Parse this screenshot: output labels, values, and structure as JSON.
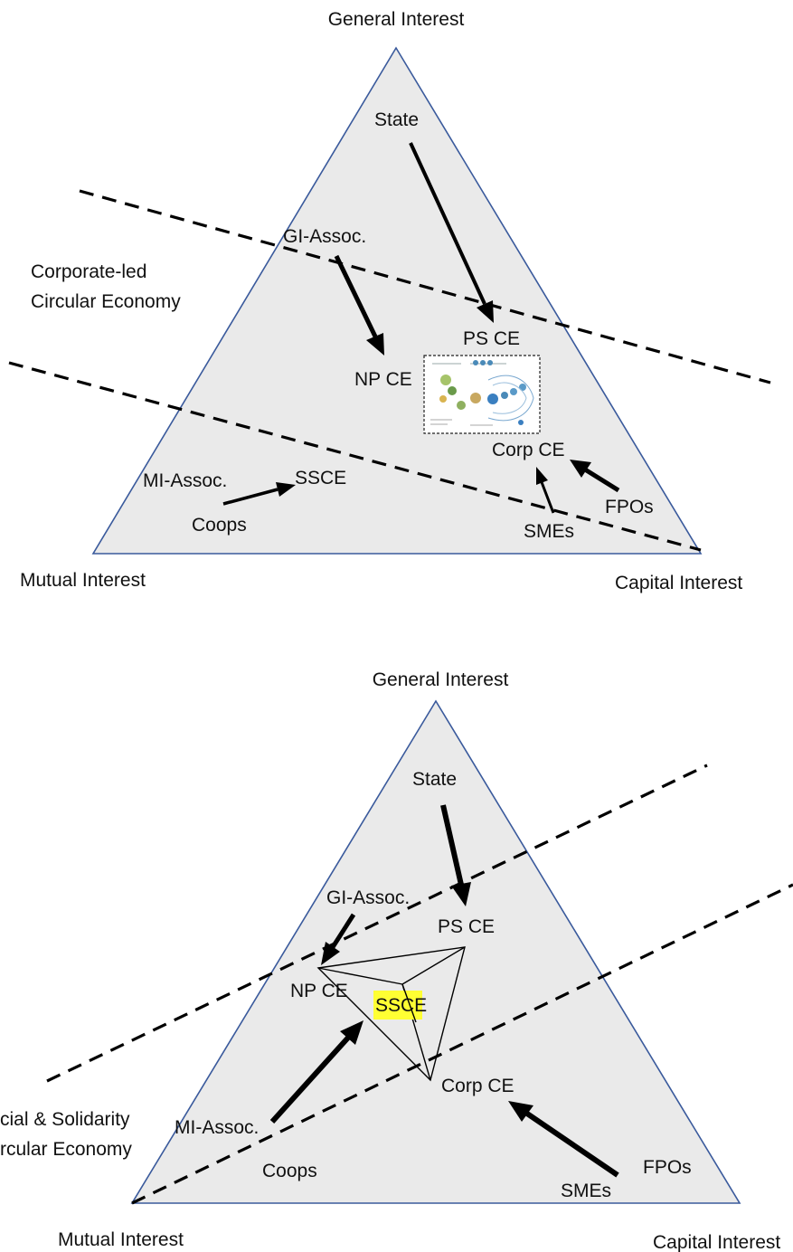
{
  "top": {
    "vertex_top": "General Interest",
    "vertex_left": "Mutual Interest",
    "vertex_right": "Capital Interest",
    "region_label": [
      "Corporate-led",
      "Circular Economy"
    ],
    "actors": {
      "state": "State",
      "gi_assoc": "GI-Assoc.",
      "mi_assoc": "MI-Assoc.",
      "coops": "Coops",
      "smes": "SMEs",
      "fpos": "FPOs"
    },
    "targets": {
      "ps_ce": "PS CE",
      "np_ce": "NP CE",
      "corp_ce": "Corp CE",
      "ssce": "SSCE"
    }
  },
  "bottom": {
    "vertex_top": "General Interest",
    "vertex_left": "Mutual Interest",
    "vertex_right": "Capital Interest",
    "region_label": [
      "cial & Solidarity",
      "rcular Economy"
    ],
    "actors": {
      "state": "State",
      "gi_assoc": "GI-Assoc.",
      "mi_assoc": "MI-Assoc.",
      "coops": "Coops",
      "smes": "SMEs",
      "fpos": "FPOs"
    },
    "targets": {
      "ps_ce": "PS CE",
      "np_ce": "NP CE",
      "corp_ce": "Corp CE",
      "ssce": "SSCE"
    },
    "highlight_color": "#ffff33"
  }
}
